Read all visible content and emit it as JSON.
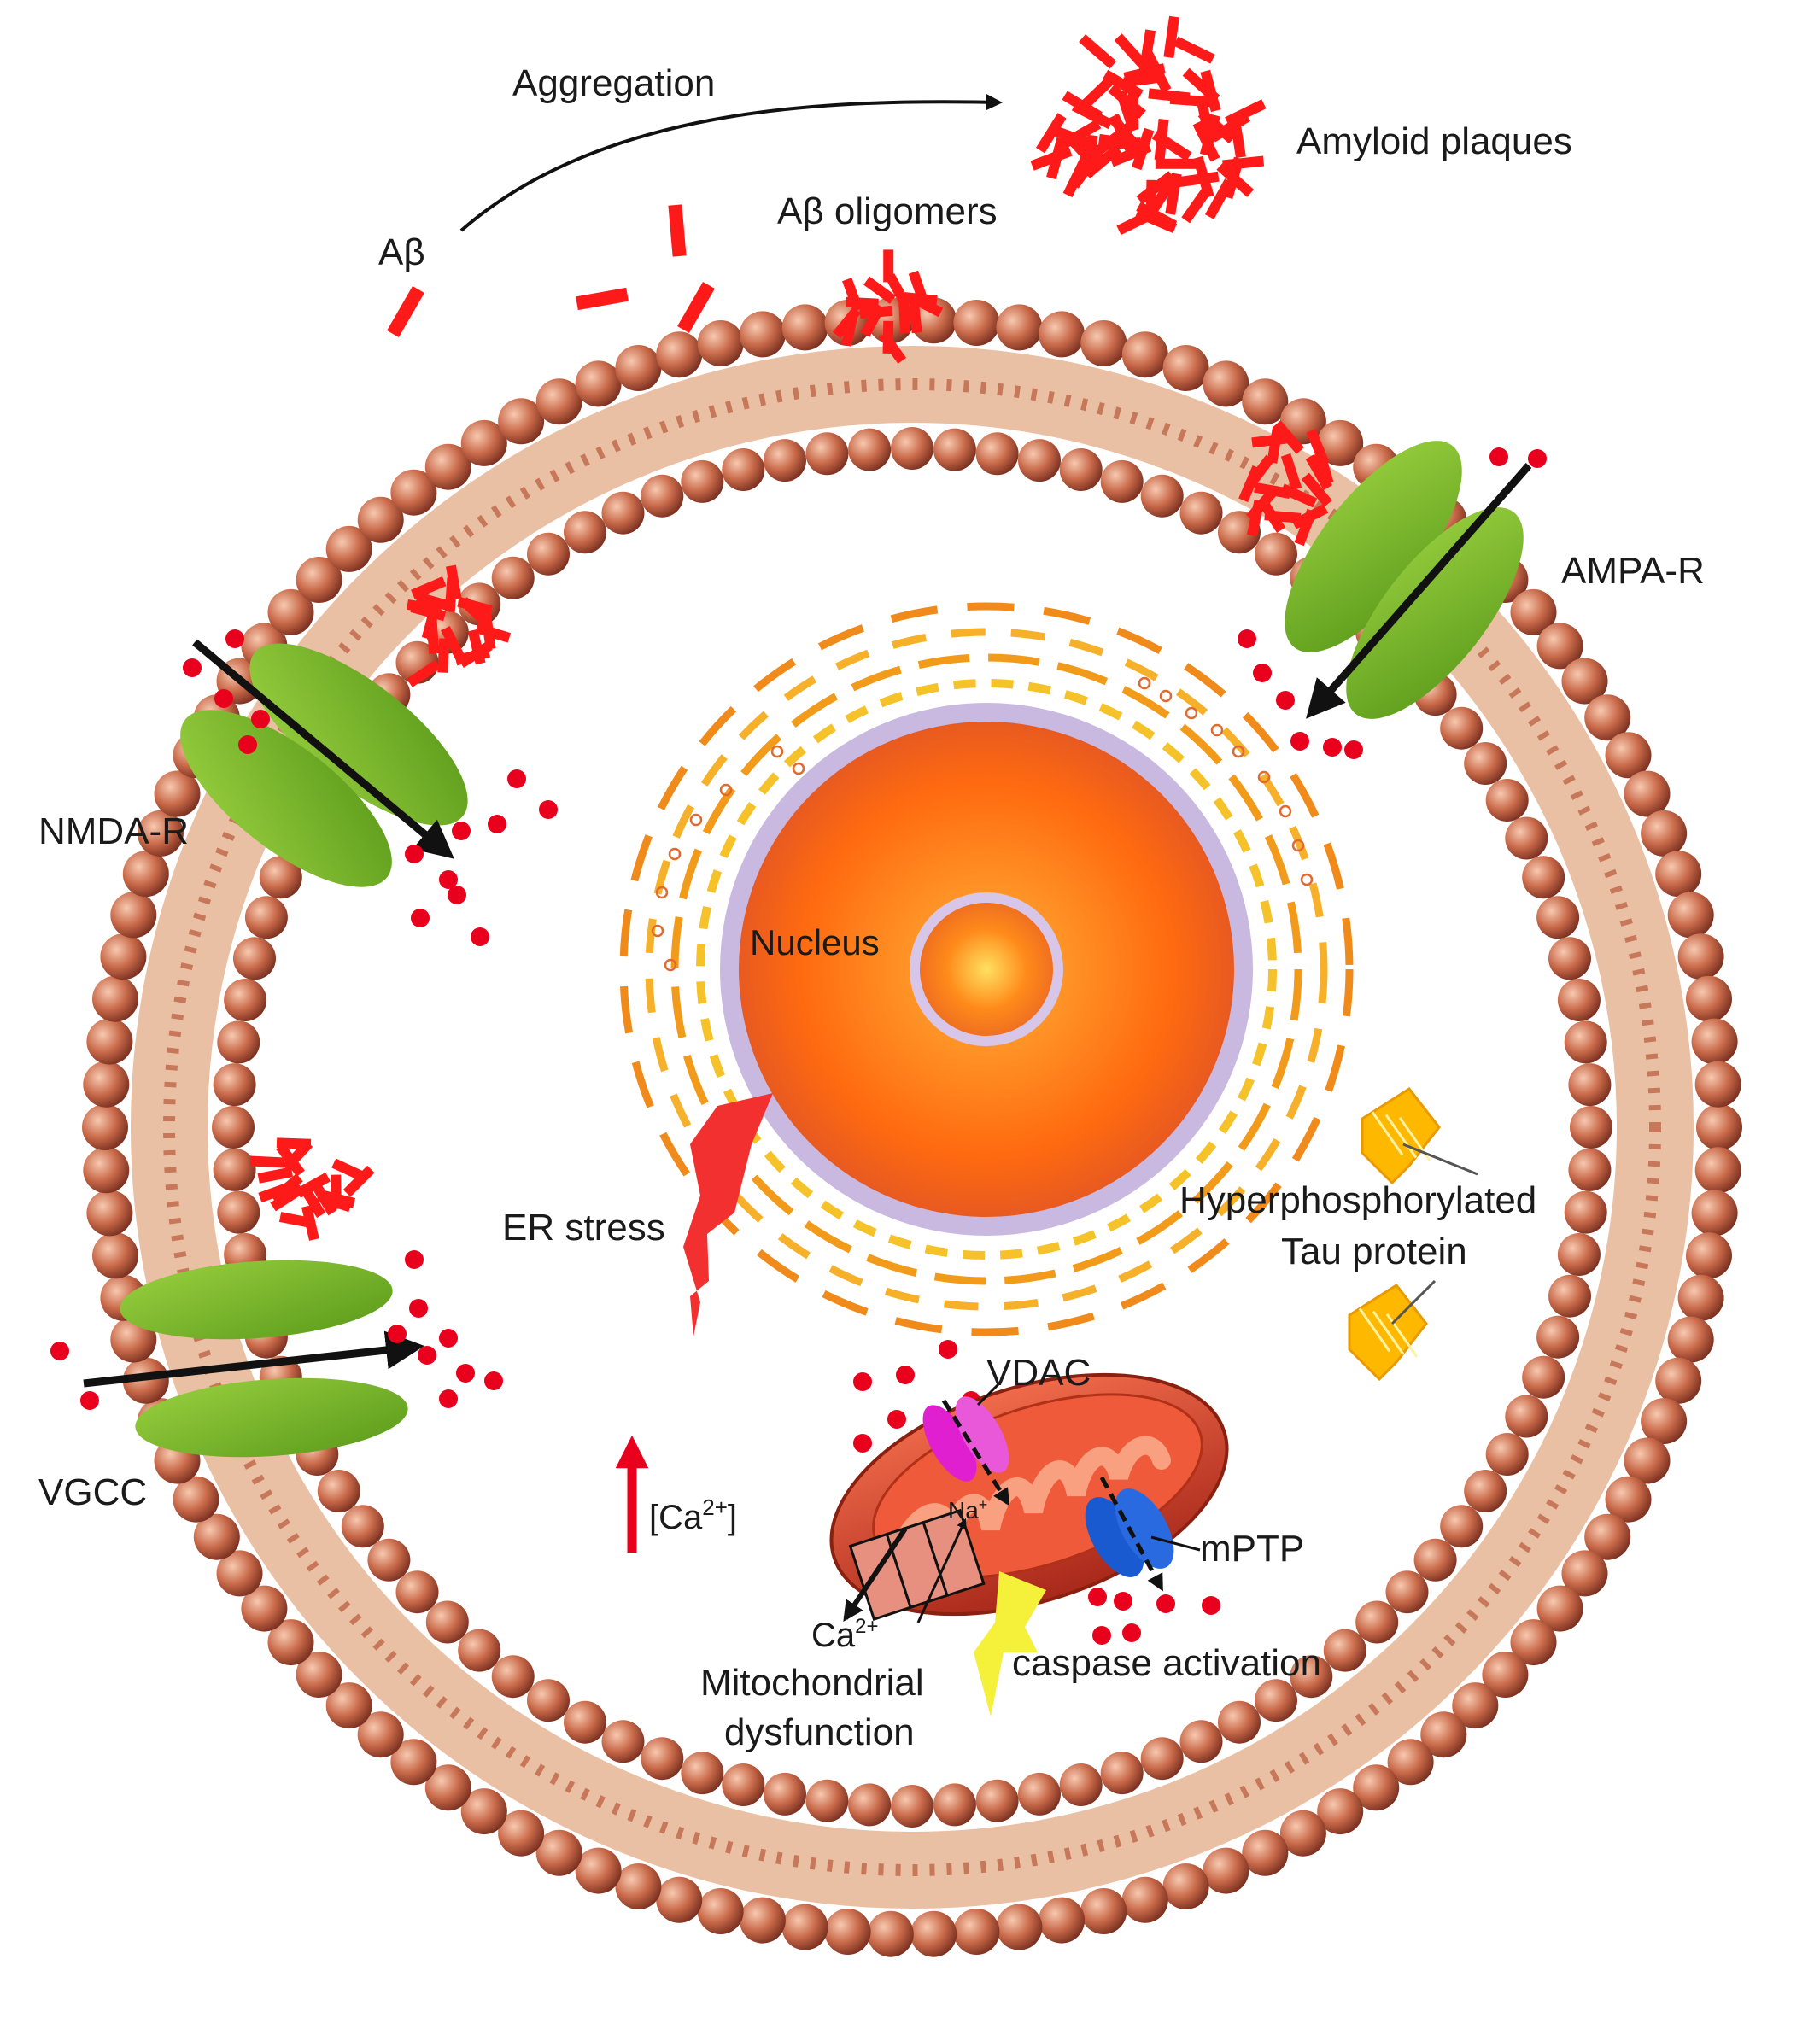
{
  "labels": {
    "aggregation": "Aggregation",
    "amyloid_plaques": "Amyloid plaques",
    "abeta": "Aβ",
    "abeta_oligomers": "Aβ oligomers",
    "ampa_r": "AMPA-R",
    "nmda_r": "NMDA-R",
    "nucleus": "Nucleus",
    "er_stress": "ER stress",
    "hyper_tau_line1": "Hyperphosphorylated",
    "hyper_tau_line2": "Tau protein",
    "vgcc": "VGCC",
    "vdac": "VDAC",
    "ca_conc_open": "[Ca",
    "ca_conc_sup": "2+",
    "ca_conc_close": "]",
    "na": "Na",
    "na_sup": "+",
    "ca_ion": "Ca",
    "ca_ion_sup": "2+",
    "mptp": "mPTP",
    "caspase": "caspase activation",
    "mito_line1": "Mitochondrial",
    "mito_line2": "dysfunction"
  },
  "colors": {
    "abeta_red": "#ff1a1a",
    "membrane_head": "#c96a4a",
    "membrane_tail": "#d98c5a",
    "receptor_green": "#7cba2e",
    "nucleus_orange": "#ff7a1a",
    "nucleus_envelope": "#c9b9e0",
    "er_orange": "#f29a1a",
    "tau_yellow": "#ffb800",
    "mito_red": "#d8402a",
    "vdac_magenta": "#e020d0",
    "mptp_blue": "#1a5ad0",
    "bolt_yellow": "#f5f03a",
    "ion_red": "#e8001c"
  },
  "icons": {
    "ca_arrow": "up-arrow-icon",
    "er_bolt": "lightning-bolt-icon",
    "caspase_bolt": "lightning-bolt-icon"
  }
}
